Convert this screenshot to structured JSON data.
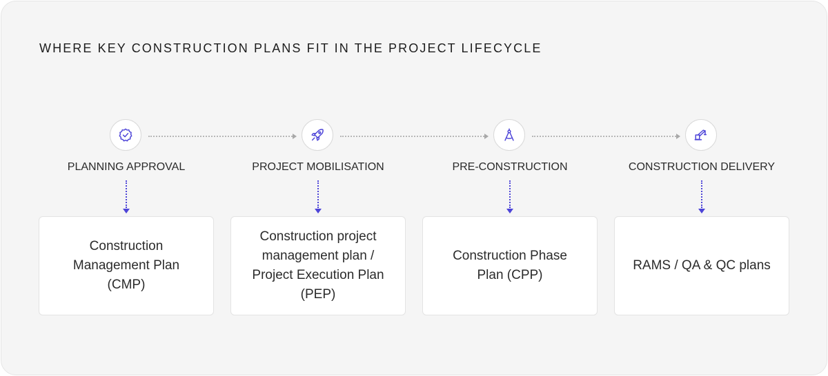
{
  "title": "WHERE KEY CONSTRUCTION PLANS FIT IN THE PROJECT LIFECYCLE",
  "colors": {
    "accent": "#4d44d8",
    "background": "#f5f5f5",
    "box": "#ffffff",
    "connector": "#b7b7b7"
  },
  "stages": [
    {
      "icon": "badge-check-icon",
      "label": "PLANNING APPROVAL",
      "plan": "Construction Management Plan (CMP)"
    },
    {
      "icon": "rocket-icon",
      "label": "PROJECT MOBILISATION",
      "plan": "Construction project management plan / Project Execution Plan (PEP)"
    },
    {
      "icon": "compass-icon",
      "label": "PRE-CONSTRUCTION",
      "plan": "Construction Phase Plan (CPP)"
    },
    {
      "icon": "crane-icon",
      "label": "CONSTRUCTION DELIVERY",
      "plan": "RAMS / QA & QC plans"
    }
  ]
}
